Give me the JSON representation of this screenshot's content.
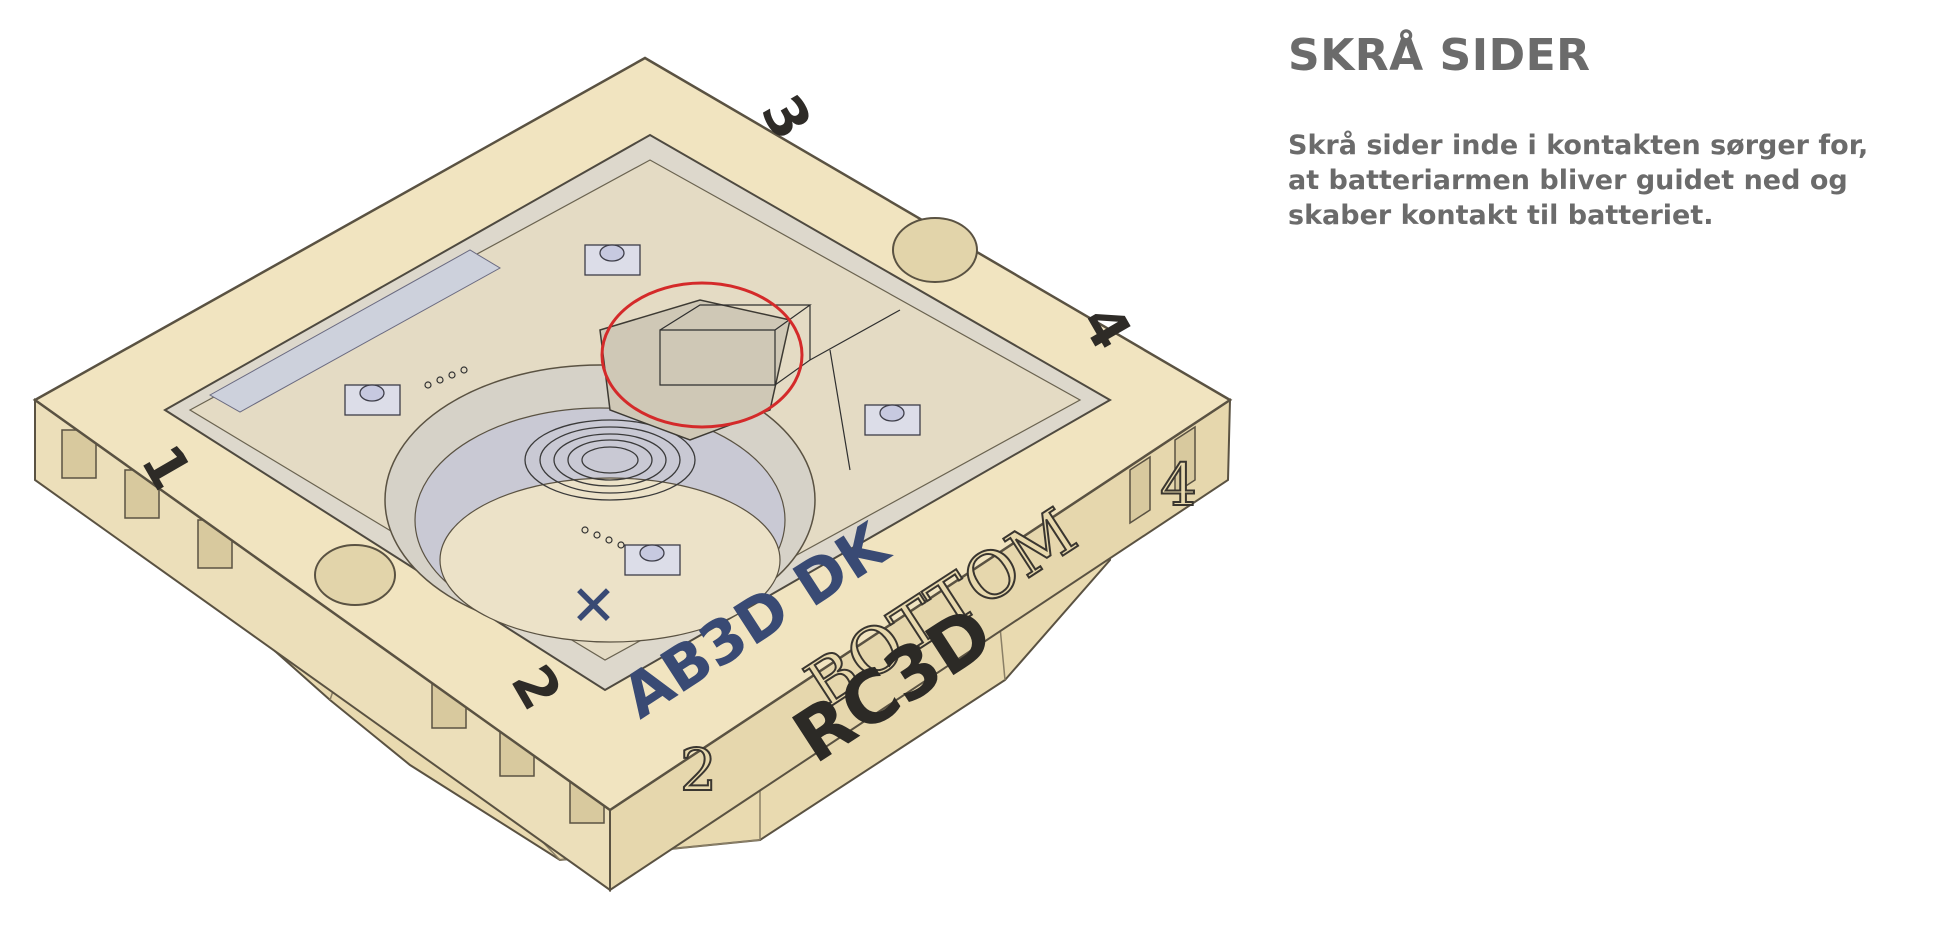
{
  "heading": {
    "title": "SKRÅ SIDER",
    "lines": [
      "Skrå sider inde i kontakten sørger for,",
      "at batteriarmen bliver guidet ned og",
      "skaber kontakt til batteriet."
    ]
  },
  "model": {
    "inner_markers": [
      "1",
      "2",
      "3",
      "4"
    ],
    "side_markers": [
      "2",
      "4"
    ],
    "side_text": "BOTTOM",
    "side_logo": "RC3D",
    "floor_logo": "AB3D DK",
    "highlight_color": "#d42a2a",
    "body_color": "#efe2bd"
  }
}
